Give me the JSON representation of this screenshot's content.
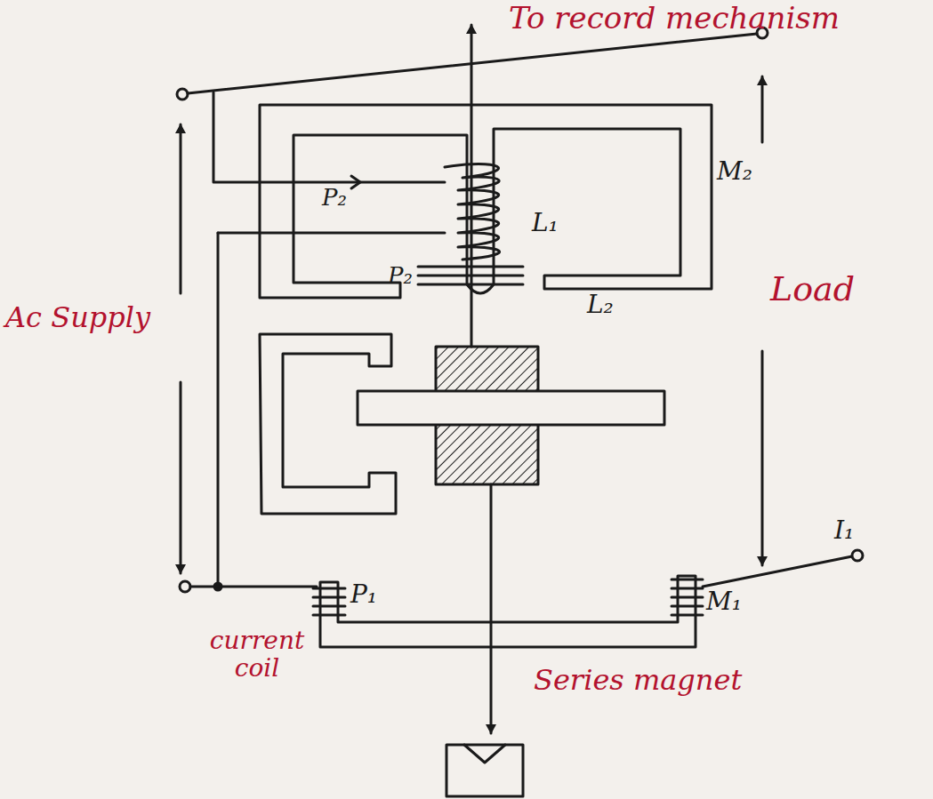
{
  "diagram": {
    "labels": [
      "To record mechanism",
      "M₂",
      "P₂",
      "L₁",
      "P₂",
      "L₂",
      "Load",
      "Ac Supply",
      "I₁",
      "P₁",
      "M₁",
      "current coil",
      "Series magnet"
    ]
  }
}
